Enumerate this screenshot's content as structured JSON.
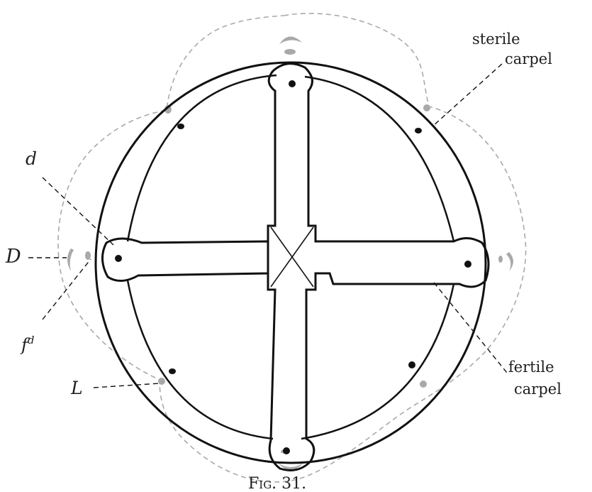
{
  "labels": {
    "sterile_line1": "sterile",
    "sterile_line2": "carpel",
    "fertile_line1": "fertile",
    "fertile_line2": "carpel",
    "d_small": "d",
    "D_large": "D",
    "fd_base": "f",
    "fd_sup": "d",
    "L": "L",
    "caption": "Fig. 31."
  },
  "colors": {
    "ink": "#111111",
    "grey": "#a9a9a9",
    "paper": "#ffffff"
  }
}
